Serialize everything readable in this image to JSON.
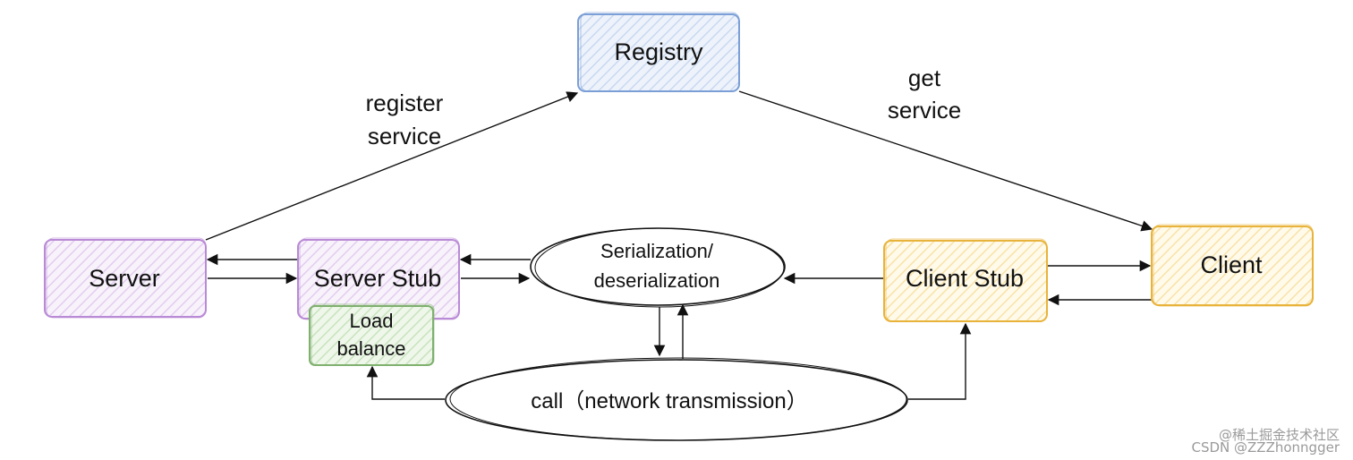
{
  "nodes": {
    "registry": {
      "label": "Registry",
      "stroke": "#7b9fd6",
      "fill": "#dfe9f8"
    },
    "server": {
      "label": "Server",
      "stroke": "#b98ad6",
      "fill": "#efe2f7"
    },
    "server_stub": {
      "label": "Server Stub",
      "stroke": "#b98ad6",
      "fill": "#efe2f7"
    },
    "load_balance": {
      "line1": "Load",
      "line2": "balance",
      "stroke": "#7fb06e",
      "fill": "#dcefd4"
    },
    "serialization": {
      "line1": "Serialization/",
      "line2": "deserialization"
    },
    "network_call": {
      "label": "call（network transmission）"
    },
    "client_stub": {
      "label": "Client Stub",
      "stroke": "#e8b33a",
      "fill": "#fdf0cf"
    },
    "client": {
      "label": "Client",
      "stroke": "#e8b33a",
      "fill": "#fdf0cf"
    }
  },
  "edge_labels": {
    "register_service": {
      "line1": "register",
      "line2": "service"
    },
    "get_service": {
      "line1": "get",
      "line2": "service"
    }
  },
  "watermark": {
    "line1": "@稀土掘金技术社区",
    "line2": "CSDN @ZZZhonngger"
  }
}
